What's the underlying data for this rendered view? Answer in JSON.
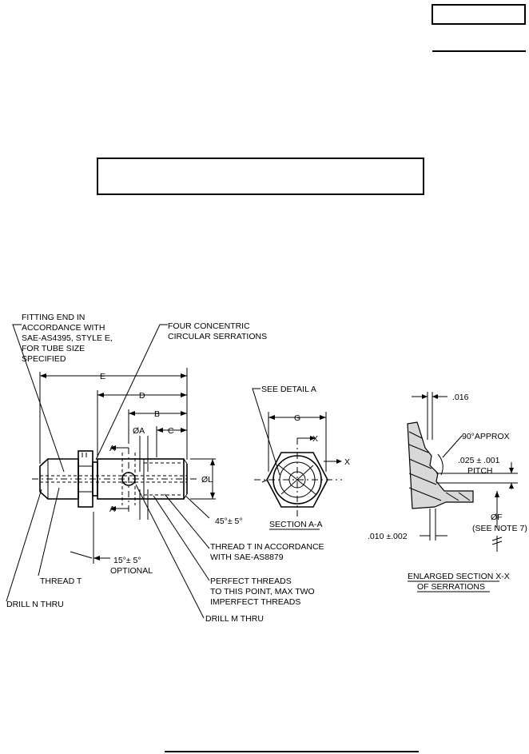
{
  "labels": {
    "fitting_end": [
      "FITTING END IN",
      "ACCORDANCE WITH",
      "SAE-AS4395, STYLE E,",
      "FOR TUBE SIZE",
      "SPECIFIED"
    ],
    "serrations": [
      "FOUR CONCENTRIC",
      "CIRCULAR SERRATIONS"
    ],
    "see_detail": "SEE DETAIL A",
    "dim_e": "E",
    "dim_d": "D",
    "dim_b": "B",
    "dim_c": "C",
    "dim_g": "G",
    "dia_a": "ØA",
    "dia_l": "ØL",
    "sec_a_top": "A",
    "sec_a_bot": "A",
    "x_top": "X",
    "x_right": "X",
    "chamfer": "45°± 5°",
    "section_aa": "SECTION A-A",
    "thread_t_accord": [
      "THREAD T IN ACCORDANCE",
      "WITH SAE-AS8879"
    ],
    "angle_15": [
      "15°± 5°",
      "OPTIONAL"
    ],
    "thread_t": "THREAD T",
    "perfect_threads": [
      "PERFECT THREADS",
      "TO THIS POINT, MAX TWO",
      "IMPERFECT THREADS"
    ],
    "drill_n": "DRILL N THRU",
    "drill_m": "DRILL M THRU",
    "dim_016": ".016",
    "angle_90": "90°APPROX",
    "pitch_val": ".025 ± .001",
    "pitch": "PITCH",
    "dia_f": "ØF",
    "see_note": "(SEE NOTE 7)",
    "dim_010": ".010 ±.002",
    "enlarged": [
      "ENLARGED SECTION X-X",
      "OF SERRATIONS"
    ]
  }
}
